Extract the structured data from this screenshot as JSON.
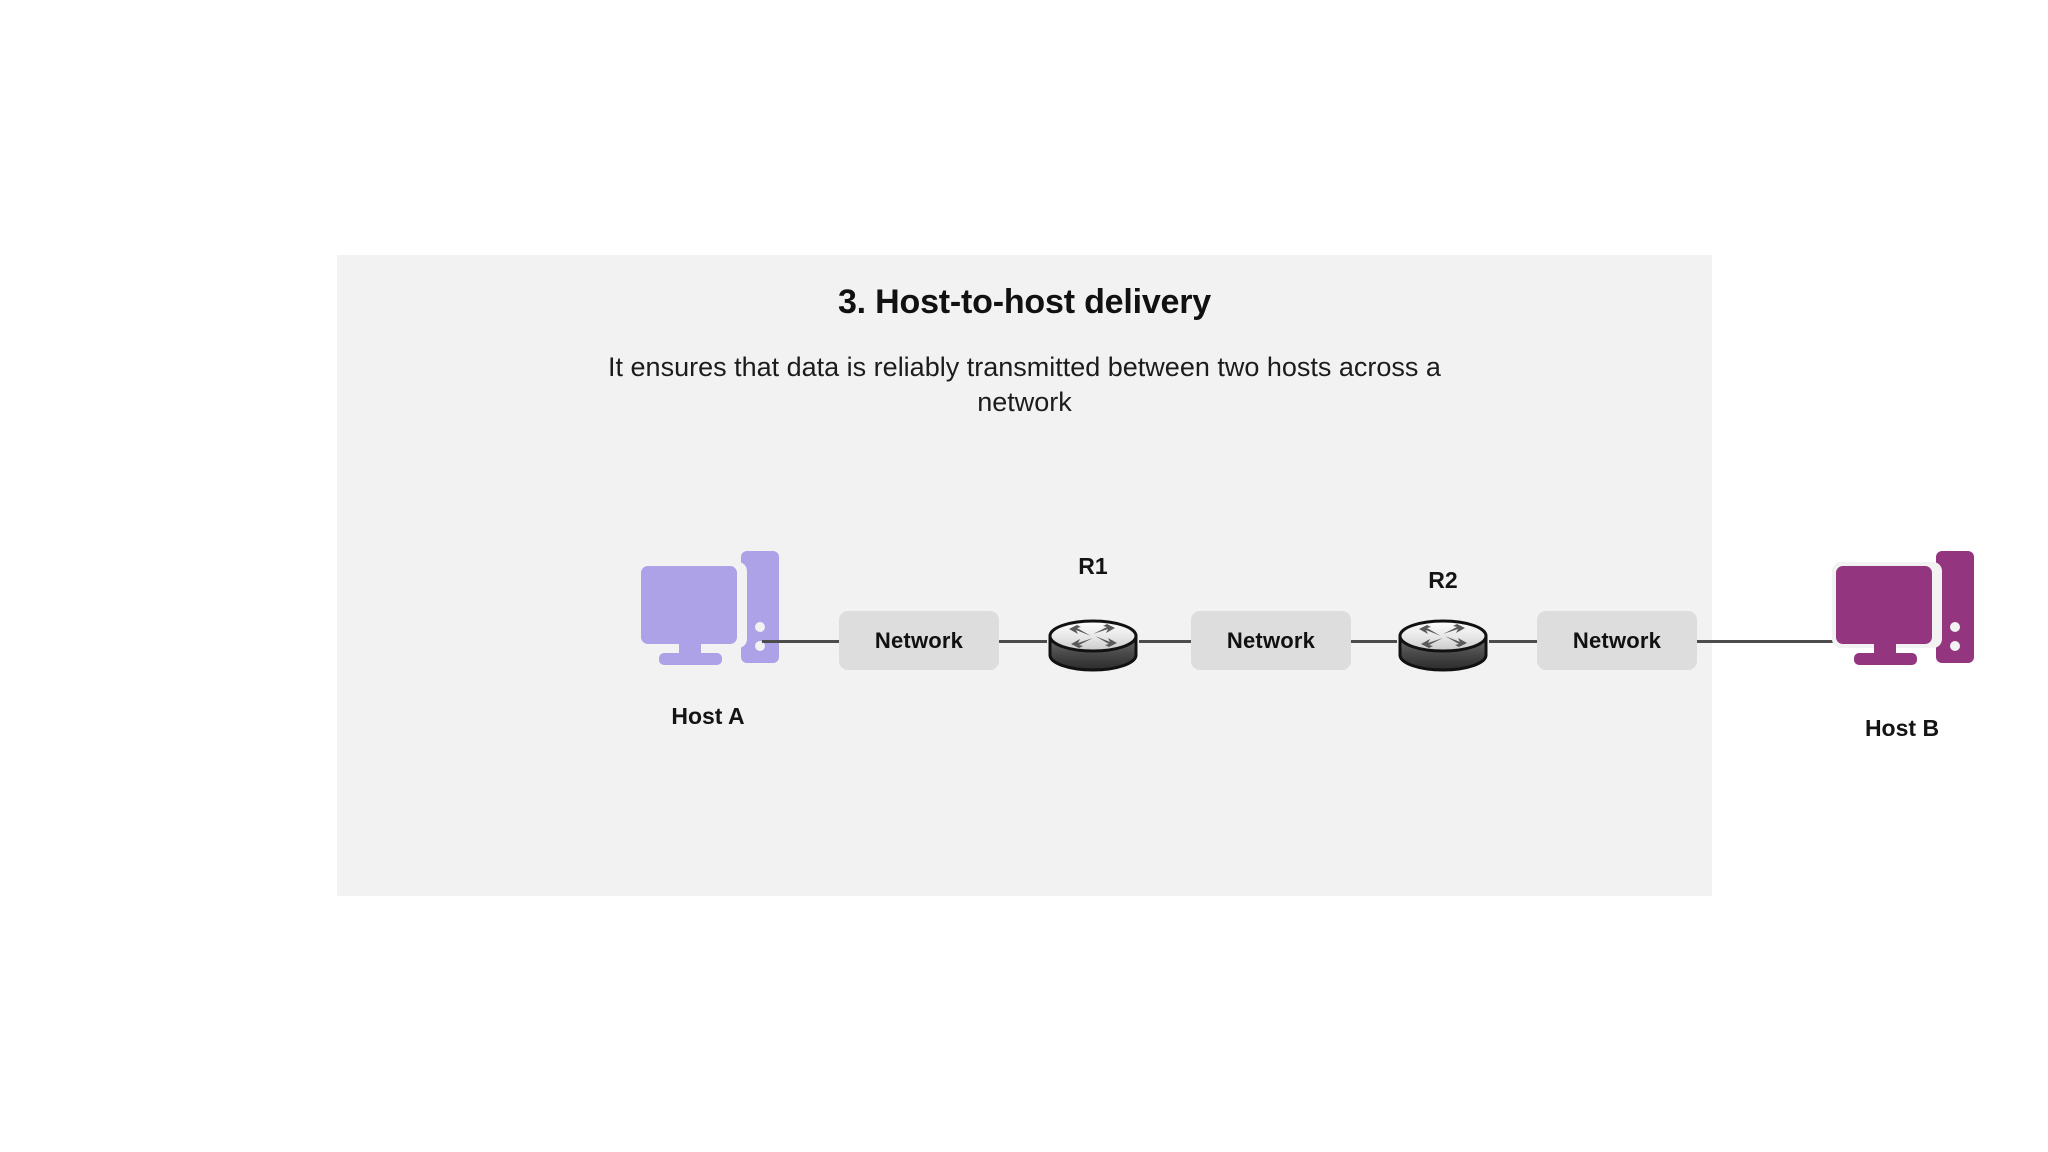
{
  "panel": {
    "background_color": "#f2f2f2",
    "page_background_color": "#ffffff"
  },
  "heading": {
    "title": "3. Host-to-host delivery",
    "subtitle": "It ensures that data is reliably transmitted between two hosts across a network"
  },
  "topology": {
    "hosts": [
      {
        "id": "host-a",
        "label": "Host A",
        "color": "#ada1e8",
        "color_dark": "#9d90e0",
        "icon": "desktop-computer-icon"
      },
      {
        "id": "host-b",
        "label": "Host B",
        "color": "#93357f",
        "color_dark": "#8a2f76",
        "icon": "desktop-computer-icon"
      }
    ],
    "networks": [
      {
        "id": "net-1",
        "label": "Network"
      },
      {
        "id": "net-2",
        "label": "Network"
      },
      {
        "id": "net-3",
        "label": "Network"
      }
    ],
    "routers": [
      {
        "id": "router-r1",
        "label": "R1",
        "icon": "router-icon"
      },
      {
        "id": "router-r2",
        "label": "R2",
        "icon": "router-icon"
      }
    ],
    "link_color": "#4c4c4c",
    "network_pill_color": "#dddddd"
  }
}
